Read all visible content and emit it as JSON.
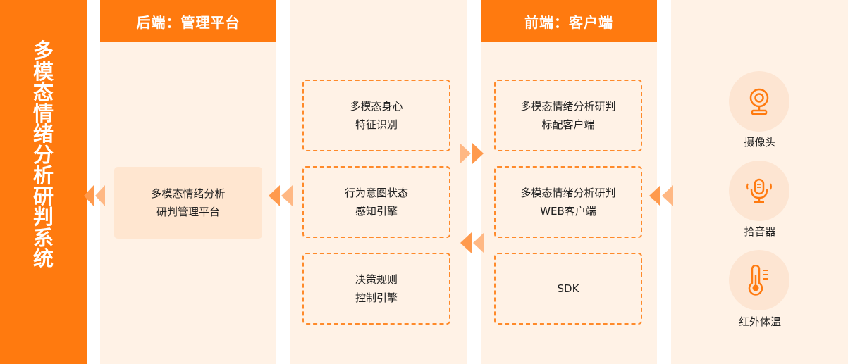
{
  "system_title": "多模态情绪分析研判系统",
  "backend": {
    "header": "后端：管理平台",
    "platform_box": "多模态情绪分析\n研判管理平台"
  },
  "engines": {
    "items": [
      {
        "label": "多模态身心\n特征识别"
      },
      {
        "label": "行为意图状态\n感知引擎"
      },
      {
        "label": "决策规则\n控制引擎"
      }
    ]
  },
  "frontend": {
    "header": "前端：客户端",
    "items": [
      {
        "label": "多模态情绪分析研判\n标配客户端"
      },
      {
        "label": "多模态情绪分析研判\nWEB客户端"
      },
      {
        "label": "SDK"
      }
    ]
  },
  "devices": {
    "items": [
      {
        "label": "摄像头",
        "icon": "camera-icon"
      },
      {
        "label": "拾音器",
        "icon": "microphone-icon"
      },
      {
        "label": "红外体温",
        "icon": "thermometer-icon"
      }
    ]
  },
  "colors": {
    "accent": "#ff7a0f",
    "panel_bg": "#fff2e6",
    "box_bg": "#ffe6d0",
    "icon_circle": "#fde5d2"
  }
}
